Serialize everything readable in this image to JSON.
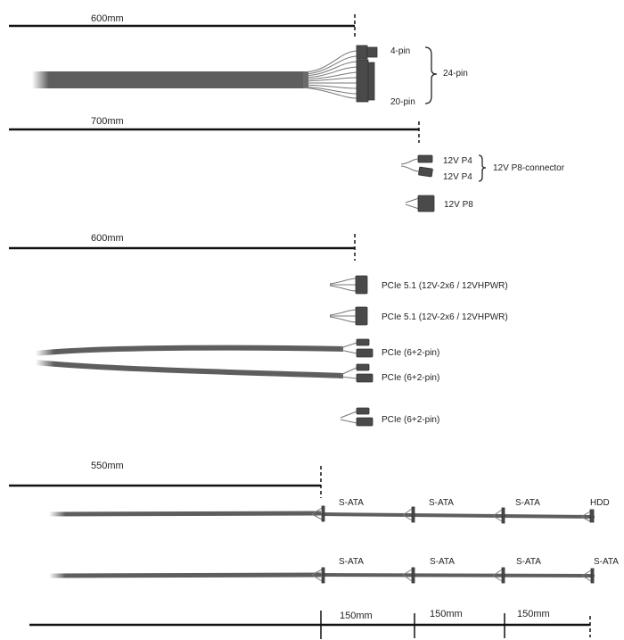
{
  "colors": {
    "cable": "#5e5e5e",
    "connector": "#4a4a4a",
    "dimension_line": "#111111"
  },
  "sections": {
    "atx": {
      "length": "600mm",
      "labels": {
        "top": "4-pin",
        "bottom": "20-pin",
        "group": "24-pin"
      }
    },
    "cpu": {
      "length": "700mm",
      "split": {
        "p4_a": "12V P4",
        "p4_b": "12V P4",
        "group": "12V P8-connector"
      },
      "p8": "12V P8"
    },
    "pcie": {
      "length": "600mm",
      "cables": [
        "PCIe 5.1 (12V-2x6 / 12VHPWR)",
        "PCIe 5.1 (12V-2x6 / 12VHPWR)",
        "PCIe (6+2-pin)",
        "PCIe (6+2-pin)",
        "PCIe (6+2-pin)"
      ]
    },
    "sata": {
      "length": "550mm",
      "cable1": [
        "S-ATA",
        "S-ATA",
        "S-ATA",
        "HDD"
      ],
      "cable2": [
        "S-ATA",
        "S-ATA",
        "S-ATA",
        "S-ATA"
      ],
      "spacing": [
        "150mm",
        "150mm",
        "150mm"
      ]
    }
  }
}
